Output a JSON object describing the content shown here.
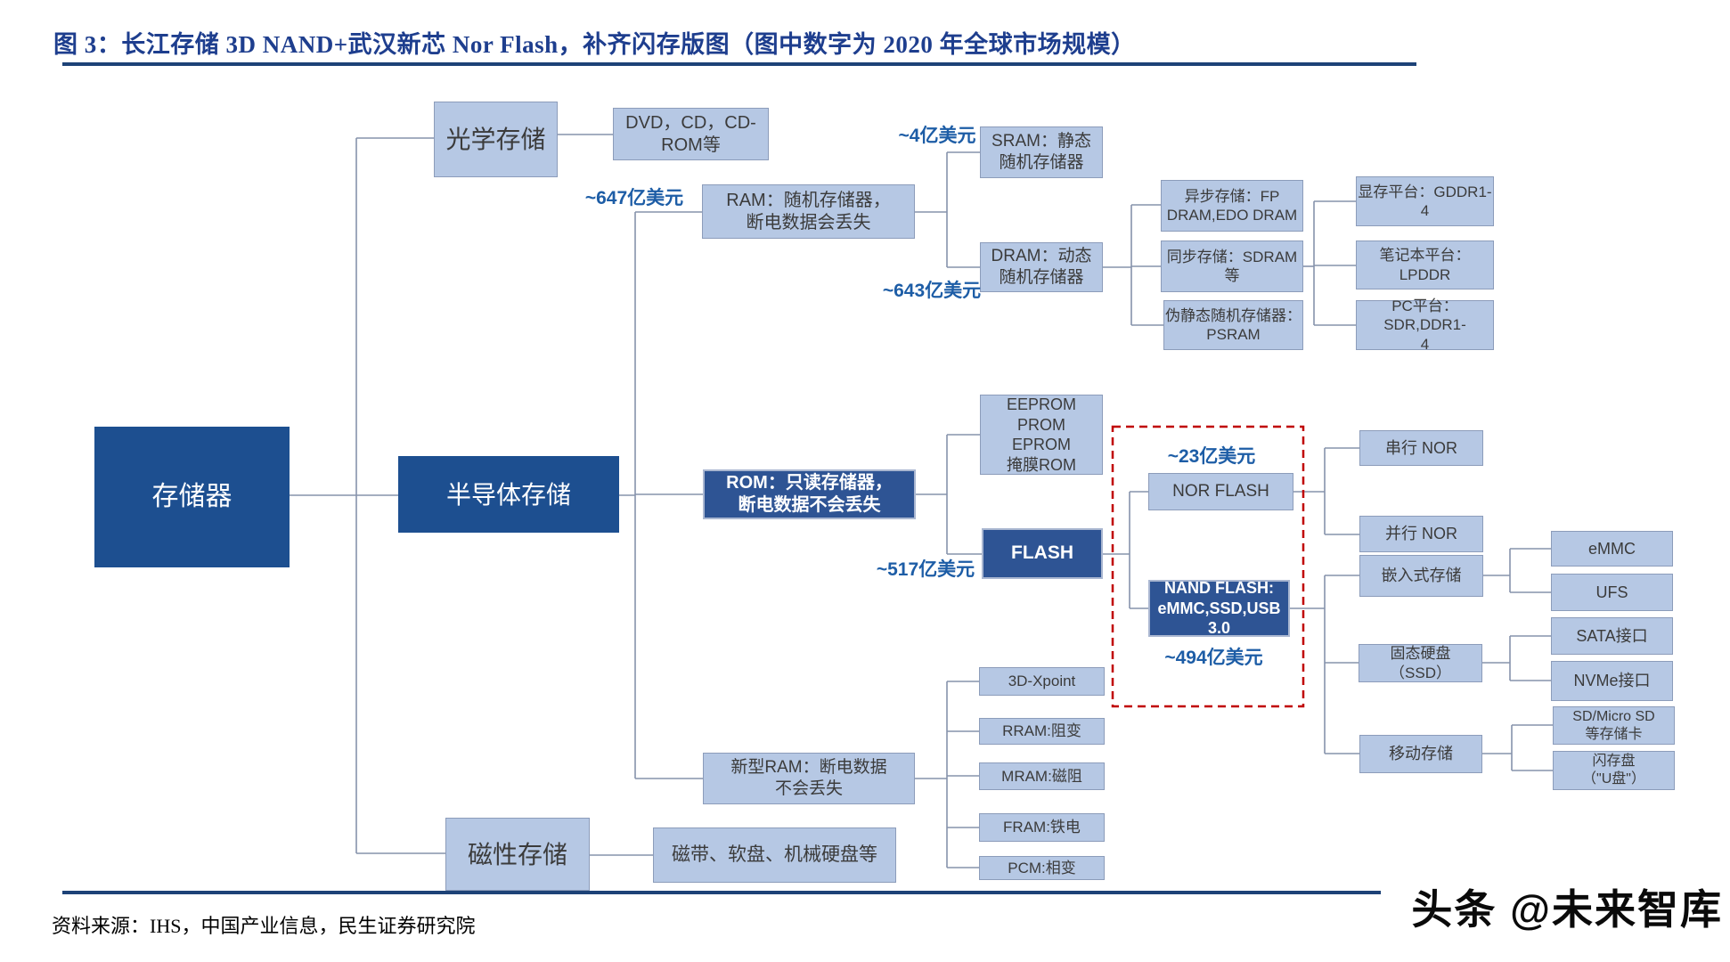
{
  "title": "图 3：长江存储 3D NAND+武汉新芯 Nor Flash，补齐闪存版图（图中数字为 2020 年全球市场规模）",
  "source": "资料来源：IHS，中国产业信息，民生证券研究院",
  "watermark": "头条 @未来智库",
  "colors": {
    "light_box_fill": "#b6c8e4",
    "dark_box_fill": "#1d4f90",
    "connector": "#8693ac",
    "highlight_dashed": "#c00000",
    "value_label": "#1d5da6",
    "title": "#1e3e8e"
  },
  "nodes": {
    "root": "存储器",
    "optical": "光学存储",
    "optical_items": "DVD，CD，CD-\nROM等",
    "semiconductor": "半导体存储",
    "magnetic": "磁性存储",
    "magnetic_items": "磁带、软盘、机械硬盘等",
    "ram": "RAM：随机存储器，\n断电数据会丢失",
    "sram": "SRAM：静态\n随机存储器",
    "dram": "DRAM：动态\n随机存储器",
    "async_dram": "异步存储：FP\nDRAM,EDO DRAM",
    "sync_dram": "同步存储：SDRAM等",
    "psram": "伪静态随机存储器：\nPSRAM",
    "gddr": "显存平台：GDDR1-4",
    "lpddr": "笔记本平台：LPDDR",
    "pc_platform": "PC平台：SDR,DDR1-\n4",
    "rom": "ROM：只读存储器，\n断电数据不会丢失",
    "eeprom": "EEPROM\nPROM\nEPROM\n掩膜ROM",
    "flash": "FLASH",
    "nor_flash": "NOR FLASH",
    "nand_flash": "NAND FLASH:\neMMC,SSD,USB 3.0",
    "serial_nor": "串行 NOR",
    "parallel_nor": "并行 NOR",
    "embedded": "嵌入式存储",
    "emmc": "eMMC",
    "ufs": "UFS",
    "ssd": "固态硬盘\n（SSD）",
    "sata": "SATA接口",
    "nvme": "NVMe接口",
    "mobile": "移动存储",
    "sd_card": "SD/Micro SD\n等存储卡",
    "usb_drive": "闪存盘\n（\"U盘\"）",
    "new_ram": "新型RAM：断电数据\n不会丢失",
    "xpoint": "3D-Xpoint",
    "rram": "RRAM:阻变",
    "mram": "MRAM:磁阻",
    "fram": "FRAM:铁电",
    "pcm": "PCM:相变"
  },
  "values": {
    "ram_value": "~647亿美元",
    "sram_value": "~4亿美元",
    "dram_value": "~643亿美元",
    "flash_value": "~517亿美元",
    "nor_value": "~23亿美元",
    "nand_value": "~494亿美元"
  }
}
